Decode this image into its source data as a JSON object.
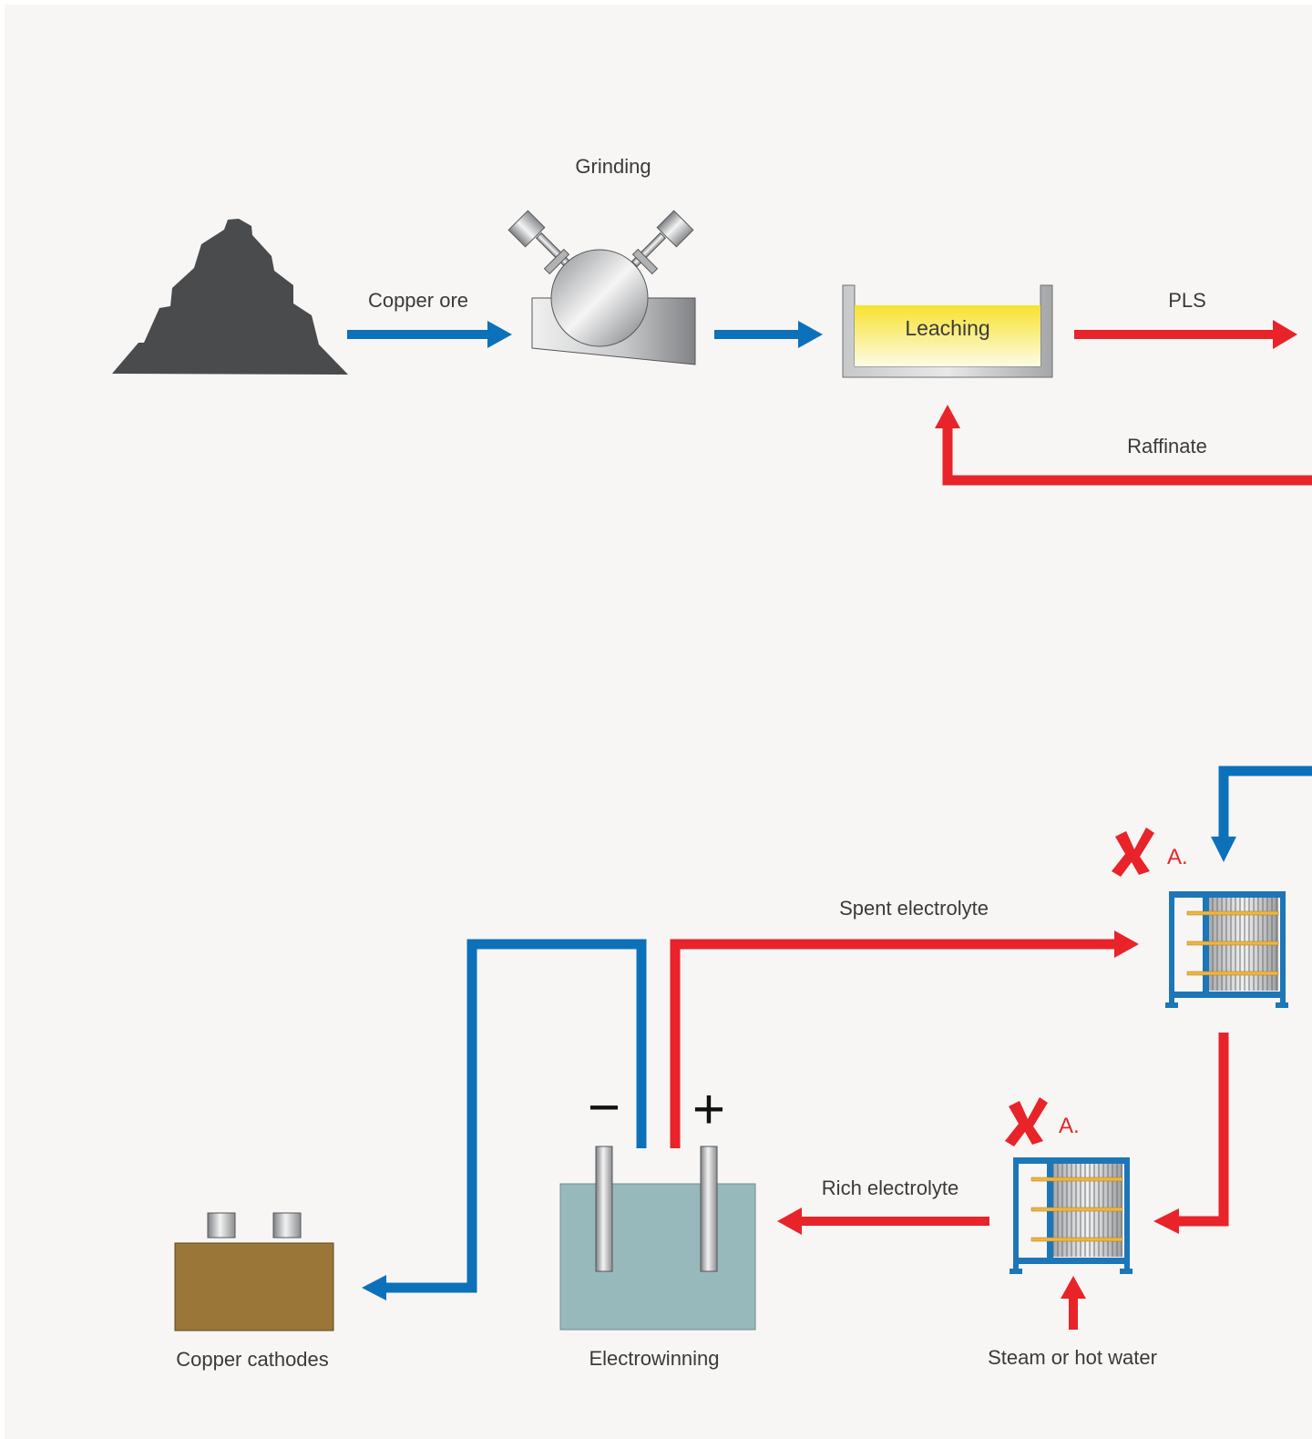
{
  "colors": {
    "background": "#f7f6f4",
    "blue_flow": "#0d71ba",
    "red_flow": "#e8232a",
    "ore": "#4a4b4d",
    "leach_liquid": "#f7e22f",
    "electrolyte": "#98b9bc",
    "cathode_block": "#9a7739",
    "plate_frame": "#1d76b8",
    "plate_bar": "#f0b53c"
  },
  "labels": {
    "grinding": "Grinding",
    "copper_ore": "Copper ore",
    "leaching": "Leaching",
    "pls": "PLS",
    "raffinate": "Raffinate",
    "spent_electrolyte": "Spent electrolyte",
    "rich_electrolyte": "Rich electrolyte",
    "copper_cathodes": "Copper cathodes",
    "electrowinning": "Electrowinning",
    "steam_or_hot_water": "Steam or hot water",
    "marker_a_top": "A.",
    "marker_a_bottom": "A.",
    "minus_sign": "−",
    "plus_sign": "+"
  },
  "icons": {
    "ore_pile": "ore-pile-icon",
    "grinding_mill": "grinding-mill-icon",
    "leach_tank": "leach-tank-icon",
    "heat_exchanger": "plate-heat-exchanger-icon",
    "electrowinning_cell": "electrowinning-cell-icon",
    "cathode_stack": "copper-cathodes-icon",
    "cross_mark": "cross-mark-icon"
  }
}
